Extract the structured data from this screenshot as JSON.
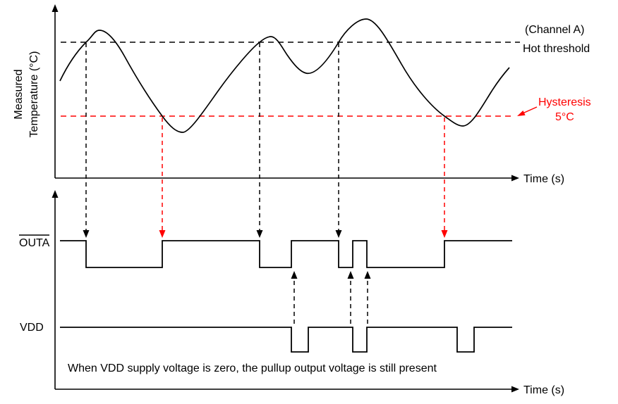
{
  "colors": {
    "primary": "#000000",
    "accent_red": "#ff0000",
    "background": "#ffffff"
  },
  "temperature_panel": {
    "y_axis_label_line1": "Measured",
    "y_axis_label_line2": "Temperature (°C)",
    "x_axis_label": "Time (s)",
    "channel_label": "(Channel A)",
    "hot_threshold_label": "Hot threshold",
    "hysteresis_label": "Hysteresis",
    "hysteresis_value": "5°C"
  },
  "signal_panel": {
    "outa_label": "OUTA",
    "vdd_label": "VDD",
    "x_axis_label": "Time (s)",
    "annotation": "When VDD supply voltage is zero, the pullup output voltage is still present"
  },
  "figure": {
    "type": "timing-diagram",
    "signals": [
      "OUTA",
      "VDD"
    ],
    "reference_lines": [
      {
        "label": "Hot threshold",
        "color": "#000000",
        "style": "dashed"
      },
      {
        "label": "Hysteresis 5°C",
        "color": "#ff0000",
        "style": "dashed"
      }
    ]
  }
}
